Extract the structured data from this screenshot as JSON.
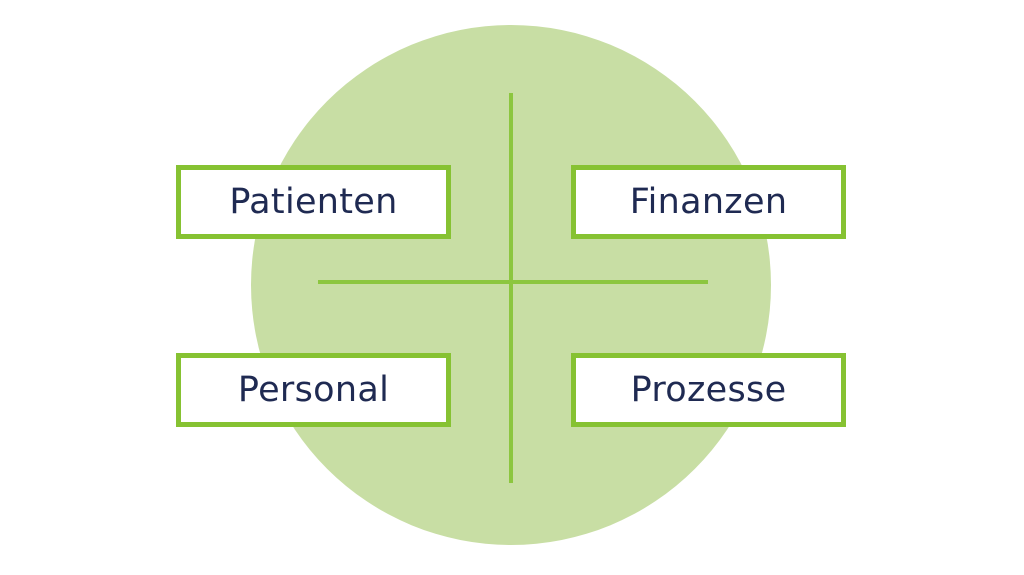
{
  "diagram": {
    "colors": {
      "circle_fill": "#c8dea4",
      "axis_line": "#8cc63f",
      "box_border": "#86c232",
      "label_text": "#1f2a52"
    },
    "quadrants": {
      "top_left": "Patienten",
      "top_right": "Finanzen",
      "bottom_left": "Personal",
      "bottom_right": "Prozesse"
    }
  }
}
